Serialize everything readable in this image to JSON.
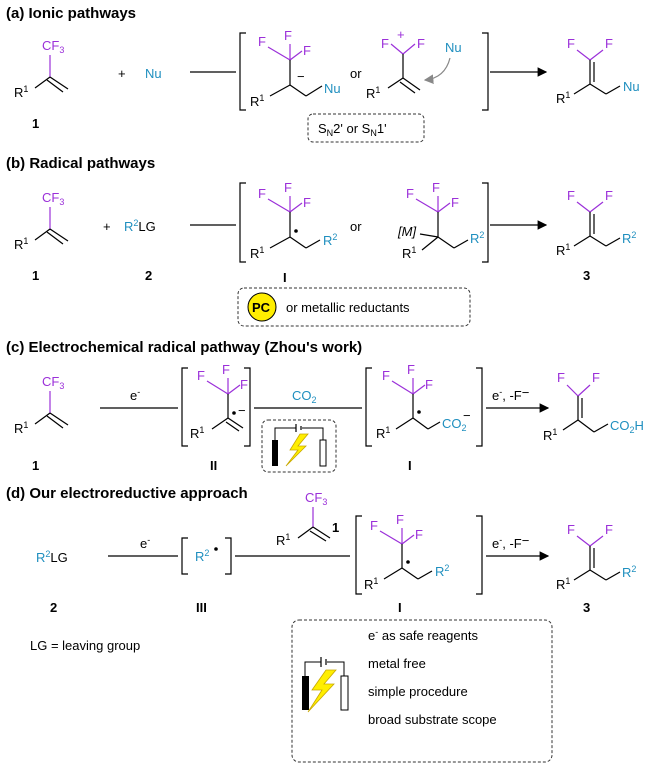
{
  "sections": {
    "a": {
      "title": "(a) Ionic pathways",
      "cf3": "CF3",
      "r1": "R1",
      "plus": "+",
      "nu": "Nu",
      "f": "F",
      "or": "or",
      "label1": "1",
      "mechanism": "SN2' or SN1'"
    },
    "b": {
      "title": "(b) Radical pathways",
      "r2lg": "R2LG",
      "label1": "1",
      "label2": "2",
      "labelI": "I",
      "label3": "3",
      "metal": "[M]",
      "pc": "PC",
      "reductants": "or metallic reductants"
    },
    "c": {
      "title": "(c) Electrochemical radical pathway (Zhou's work)",
      "electron": "e-",
      "co2": "CO2",
      "product_end": "CO2H",
      "reagent2": "e-, -F-",
      "label1": "1",
      "labelII": "II",
      "labelI": "I"
    },
    "d": {
      "title": "(d) Our electroreductive approach",
      "r2lg": "R2LG",
      "electron": "e-",
      "label2": "2",
      "labelIII": "III",
      "labelI": "I",
      "label3": "3",
      "label1": "1",
      "legend": "LG = leaving group",
      "features": [
        "e- as safe reagents",
        "metal free",
        "simple procedure",
        "broad substrate scope"
      ]
    }
  },
  "colors": {
    "purple": "#9b30d9",
    "blue": "#1f8fbf",
    "yellow": "#ffee00"
  }
}
